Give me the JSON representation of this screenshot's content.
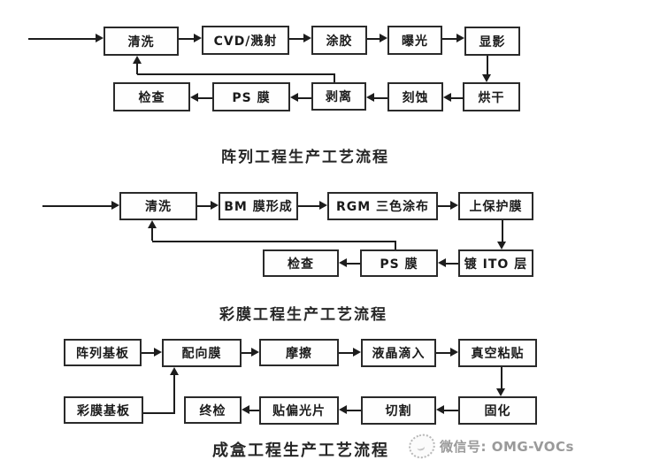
{
  "charts": [
    {
      "title": "阵列工程生产工艺流程",
      "boxes": [
        {
          "label": "清洗"
        },
        {
          "label": "CVD/溅射"
        },
        {
          "label": "涂胶"
        },
        {
          "label": "曝光"
        },
        {
          "label": "显影"
        },
        {
          "label": "烘干"
        },
        {
          "label": "刻蚀"
        },
        {
          "label": "剥离"
        },
        {
          "label": "PS 膜"
        },
        {
          "label": "检查"
        }
      ],
      "top_row_sequence": [
        "清洗",
        "CVD/溅射",
        "涂胶",
        "曝光",
        "显影"
      ],
      "bottom_row_sequence": [
        "烘干",
        "刻蚀",
        "剥离",
        "PS 膜",
        "检查"
      ],
      "feedback_loop": {
        "from": "剥离",
        "to": "清洗"
      }
    },
    {
      "title": "彩膜工程生产工艺流程",
      "boxes": [
        {
          "label": "清洗"
        },
        {
          "label": "BM 膜形成"
        },
        {
          "label": "RGM 三色涂布"
        },
        {
          "label": "上保护膜"
        },
        {
          "label": "镀 ITO 层"
        },
        {
          "label": "PS 膜"
        },
        {
          "label": "检查"
        }
      ],
      "top_row_sequence": [
        "清洗",
        "BM 膜形成",
        "RGM 三色涂布",
        "上保护膜"
      ],
      "bottom_row_sequence": [
        "镀 ITO 层",
        "PS 膜",
        "检查"
      ],
      "feedback_loop": {
        "from": "PS 膜",
        "to": "清洗"
      }
    },
    {
      "title": "成盒工程生产工艺流程",
      "boxes": [
        {
          "label": "阵列基板"
        },
        {
          "label": "配向膜"
        },
        {
          "label": "摩擦"
        },
        {
          "label": "液晶滴入"
        },
        {
          "label": "真空粘贴"
        },
        {
          "label": "固化"
        },
        {
          "label": "切割"
        },
        {
          "label": "贴偏光片"
        },
        {
          "label": "终检"
        },
        {
          "label": "彩膜基板"
        }
      ],
      "top_row_sequence": [
        "阵列基板",
        "配向膜",
        "摩擦",
        "液晶滴入",
        "真空粘贴"
      ],
      "bottom_row_sequence": [
        "固化",
        "切割",
        "贴偏光片",
        "终检"
      ],
      "merge_connection": {
        "from": "彩膜基板",
        "to": "配向膜"
      }
    }
  ],
  "footer": {
    "wechat_label": "微信号: OMG-VOCs",
    "wechat_icon": "wechat-logo"
  },
  "colors": {
    "background": "#ffffff",
    "box_border": "#2a2a2a",
    "line": "#1d1d1d",
    "text": "#1a1a1a",
    "footer_text": "#9a9a9a"
  }
}
